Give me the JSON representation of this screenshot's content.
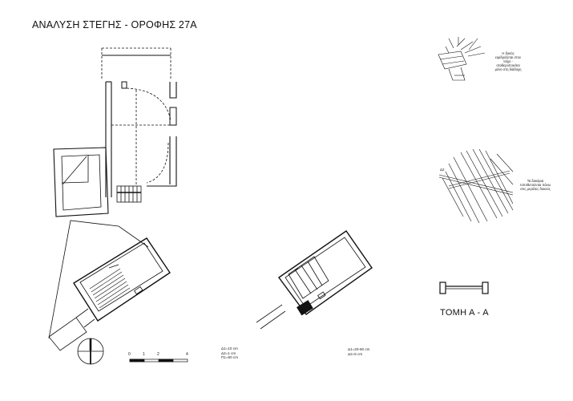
{
  "title": "ΑΝΑΛΥΣΗ ΣΤΕΓΗΣ - ΟΡΟΦΗΣ 27Α",
  "detail_1_note": [
    "Η δοκός",
    "εφεδράζεται στον",
    "τοίχο -",
    "σταθεροποιείται",
    "μόνο στη διάδοχη"
  ],
  "detail_2_note": [
    "Τα δοκάρια",
    "τοποθετούνται πάνω",
    "στις μεγάλες δοκούς"
  ],
  "detail_2_label": "Δ2",
  "section_title": "ΤΟΜΗ Α - Α",
  "scale_bar": {
    "ticks": [
      "0",
      "1",
      "2",
      "4"
    ]
  },
  "dims_left": [
    "Δ1=10 cm",
    "Δ2=1 cm",
    "Π1=60 cm"
  ],
  "dims_right": [
    "Δ1=20-60 cm",
    "Δ2=5 cm"
  ]
}
